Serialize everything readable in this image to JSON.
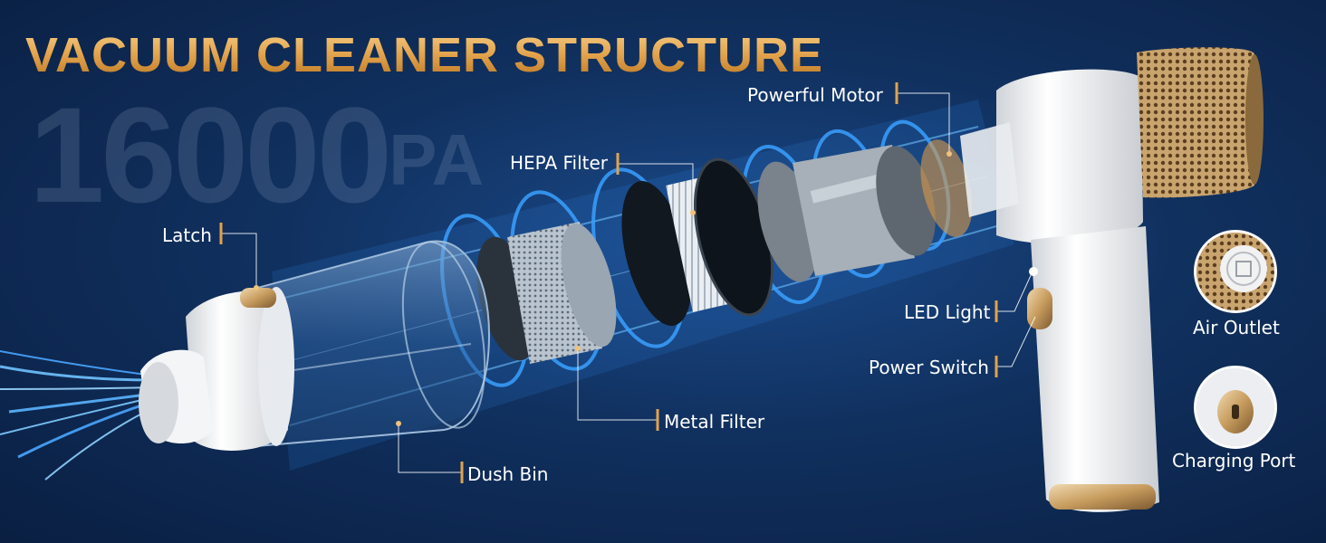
{
  "title": "VACUUM CLEANER STRUCTURE",
  "suction": {
    "value": "16000",
    "unit": "PA"
  },
  "labels": {
    "powerful_motor": "Powerful Motor",
    "hepa_filter": "HEPA Filter",
    "latch": "Latch",
    "led_light": "LED Light",
    "power_switch": "Power Switch",
    "metal_filter": "Metal Filter",
    "dush_bin": "Dush Bin",
    "air_outlet": "Air Outlet",
    "charging_port": "Charging Port"
  },
  "colors": {
    "gold": "#e2a24b",
    "leader": "#ffffff",
    "background": "#10305e",
    "glow": "#3aa0ff"
  }
}
